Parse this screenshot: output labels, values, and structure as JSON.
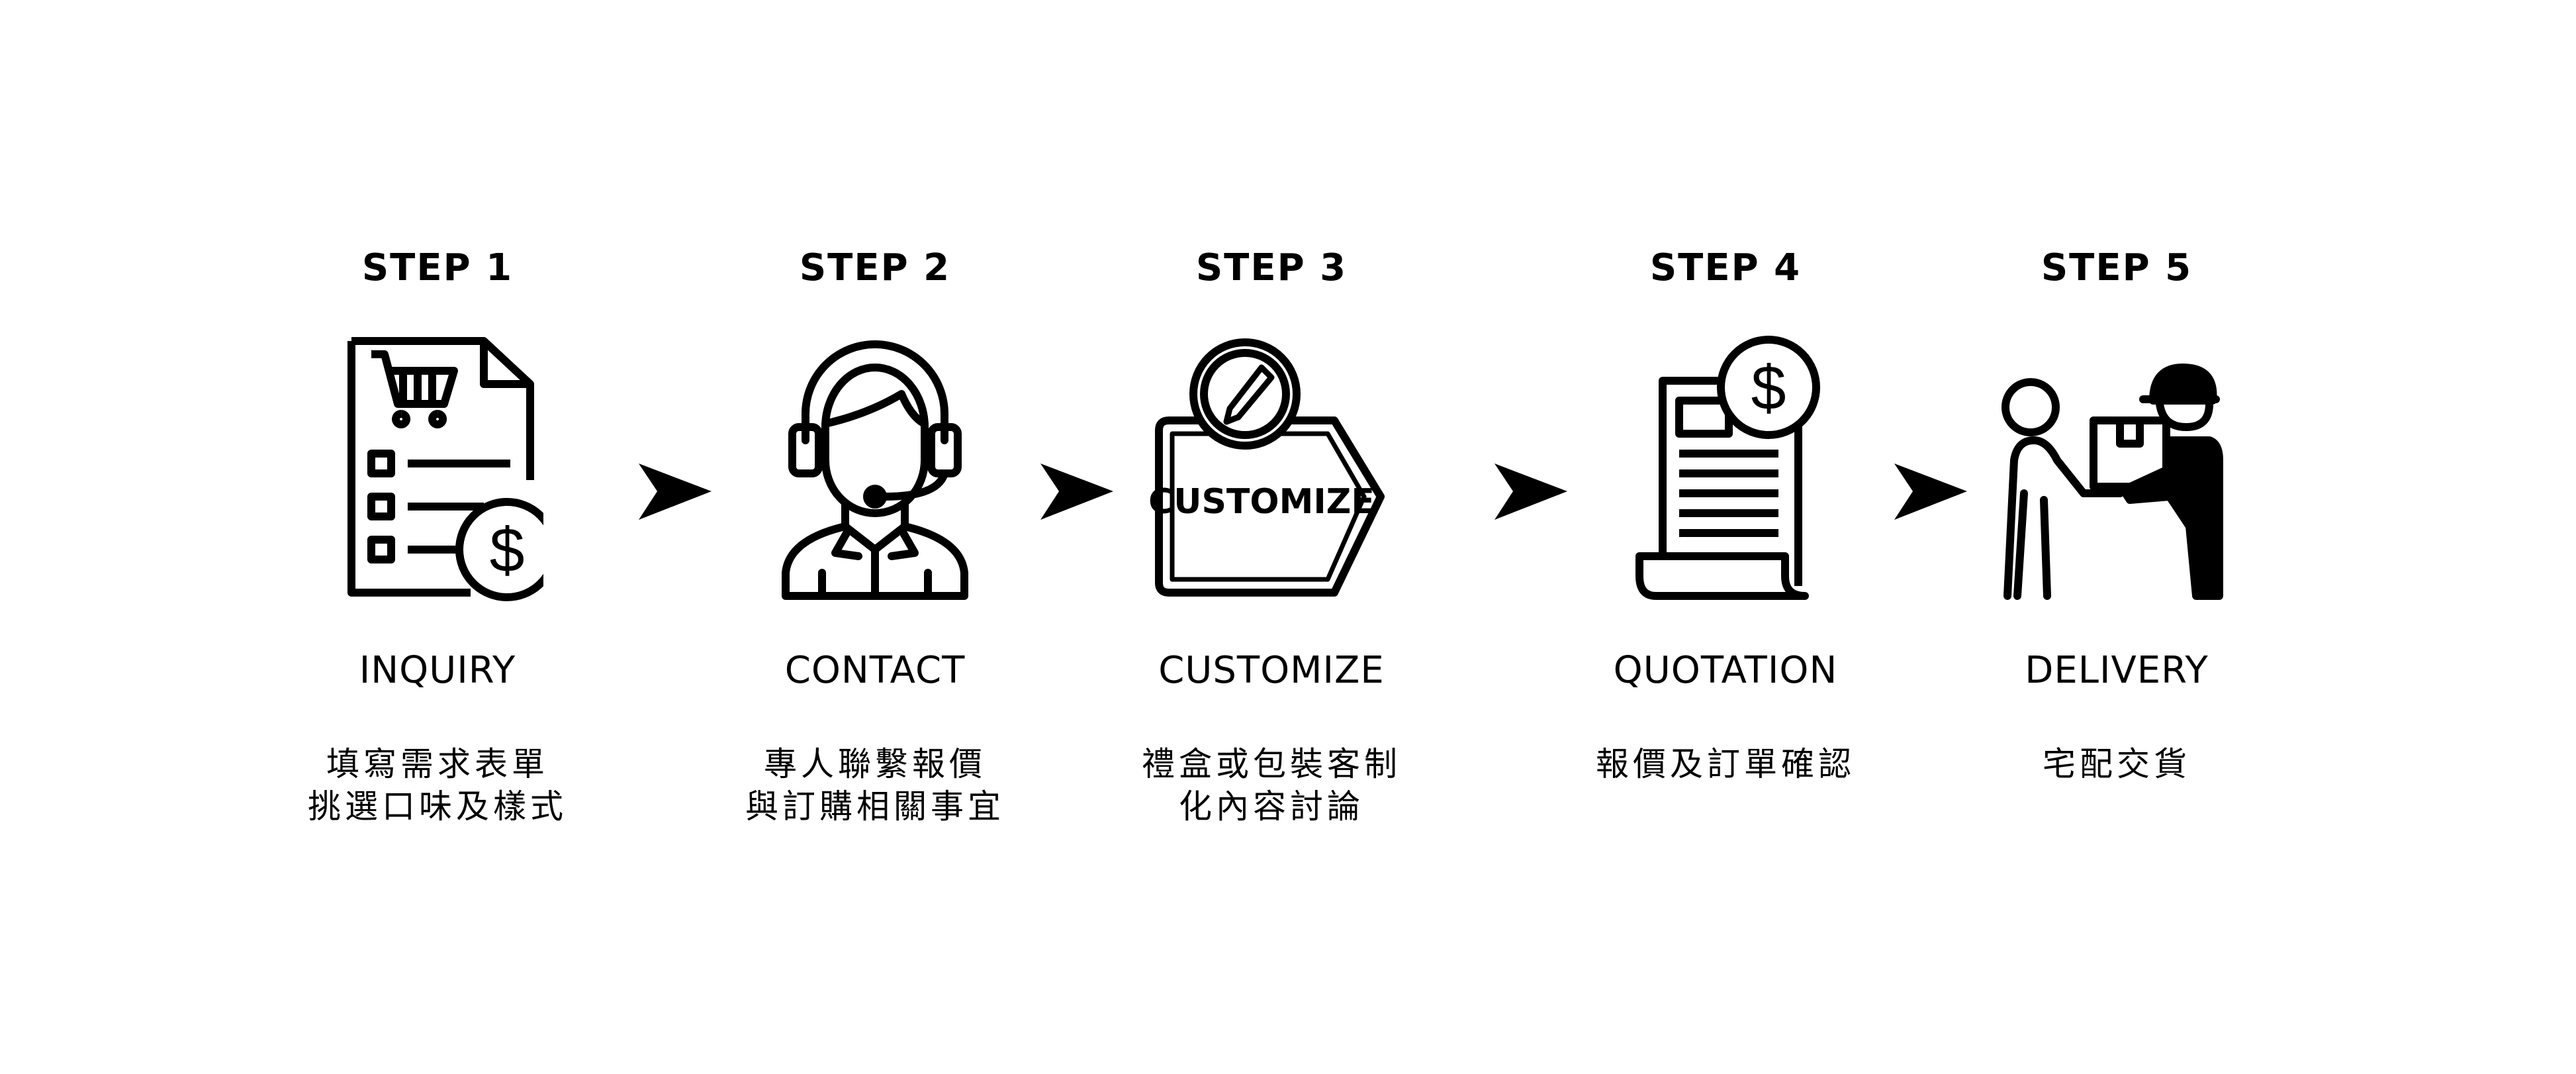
{
  "steps": [
    {
      "step": "STEP 1",
      "title": "INQUIRY",
      "desc": [
        "填寫需求表單",
        "挑選口味及樣式"
      ],
      "icon": "inquiry-form-cart-dollar-icon"
    },
    {
      "step": "STEP 2",
      "title": "CONTACT",
      "desc": [
        "專人聯繫報價",
        "與訂購相關事宜"
      ],
      "icon": "headset-agent-icon"
    },
    {
      "step": "STEP 3",
      "title": "CUSTOMIZE",
      "desc": [
        "禮盒或包裝客制",
        "化內容討論"
      ],
      "icon": "customize-tag-pencil-icon",
      "tag_text": "CUSTOMIZE"
    },
    {
      "step": "STEP 4",
      "title": "QUOTATION",
      "desc": [
        "報價及訂單確認",
        ""
      ],
      "icon": "quotation-document-dollar-icon"
    },
    {
      "step": "STEP 5",
      "title": "DELIVERY",
      "desc": [
        "宅配交貨",
        ""
      ],
      "icon": "delivery-handover-icon"
    }
  ],
  "colors": {
    "ink": "#000000",
    "background": "#ffffff"
  }
}
